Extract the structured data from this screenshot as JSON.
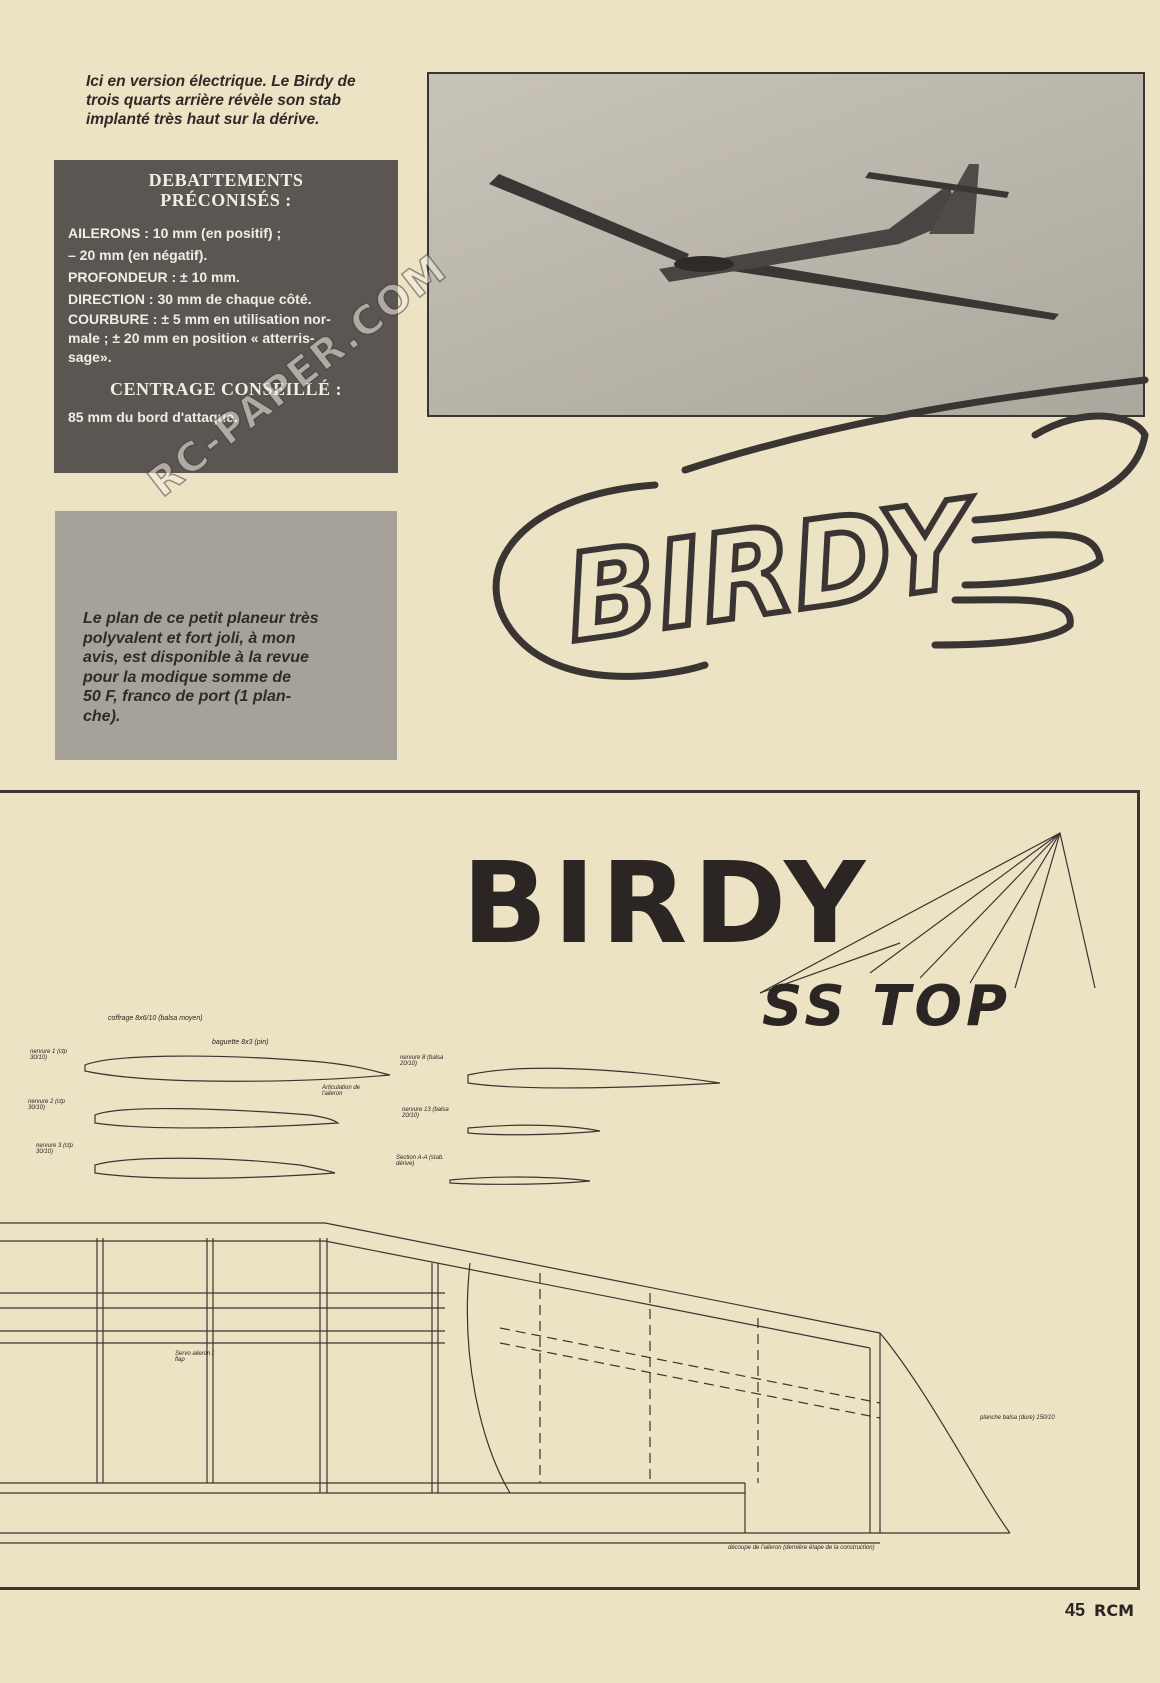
{
  "caption": {
    "lines": [
      "Ici en version électrique. Le Birdy de",
      "trois quarts arrière révèle son stab",
      "implanté très haut sur la dérive."
    ]
  },
  "settings": {
    "heading_line1": "DEBATTEMENTS",
    "heading_line2": "PRÉCONISÉS :",
    "items": [
      "AILERONS : 10 mm (en positif) ;",
      "– 20 mm (en négatif).",
      "PROFONDEUR : ± 10 mm.",
      "DIRECTION : 30 mm de chaque côté.",
      "COURBURE : ± 5 mm en utilisation nor-",
      "male ; ± 20 mm en position « atterris-",
      "sage»."
    ],
    "centrage_heading": "CENTRAGE CONSEILLÉ :",
    "centrage_text": "85 mm du bord d'attaque."
  },
  "plan_note": {
    "lines": [
      "Le plan de ce petit planeur très",
      "polyvalent et fort joli, à mon",
      "avis, est disponible à la revue",
      "pour la modique somme de",
      "50 F, franco de port (1 plan-",
      "che)."
    ]
  },
  "logo_text": "BIRDY",
  "plan": {
    "title": "BIRDY",
    "subtitle": "SS TOP",
    "labels": {
      "coffrage": "coffrage 8x6/10 (balsa moyen)",
      "baguette": "baguette 8x3 (pin)",
      "nervure1": "nervure 1 (ctp 30/10)",
      "nervure2": "nervure 2 (ctp 30/10)",
      "nervure3": "nervure 3 (ctp 30/10)",
      "nervure8": "nervure 8 (balsa 20/10)",
      "nervure13": "nervure 13 (balsa 20/10)",
      "section": "Section A-A (stab. dérive)",
      "articulation": "Articulation de l'aileron",
      "servo": "Servo aileron / flap",
      "planche": "planche balsa (dure) 150/10",
      "decoupe": "découpe de l'aileron (dernière étape de la construction)"
    }
  },
  "watermark": "RC-PAPER.COM",
  "page_number": "45",
  "magazine": "RCM"
}
